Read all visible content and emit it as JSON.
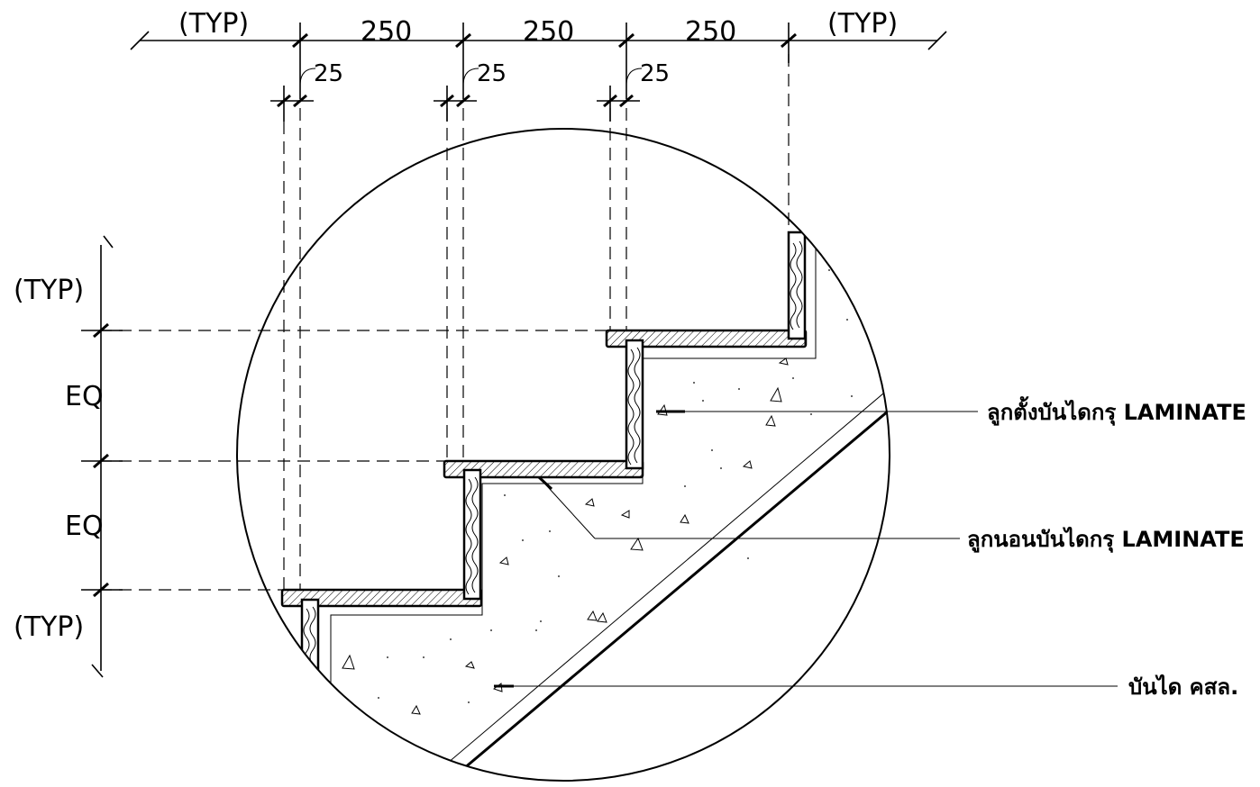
{
  "dimensions": {
    "top": {
      "typ_left": "(TYP)",
      "typ_right": "(TYP)",
      "spans": [
        "250",
        "250",
        "250"
      ],
      "nosing": [
        "25",
        "25",
        "25"
      ]
    },
    "left": {
      "typ_top": "(TYP)",
      "typ_bottom": "(TYP)",
      "spans": [
        "EQ",
        "EQ"
      ]
    }
  },
  "callouts": {
    "riser": "ลูกตั้งบันไดกรุ LAMINATE",
    "tread": "ลูกนอนบันไดกรุ LAMINATE",
    "stair": "บันได คสล."
  }
}
